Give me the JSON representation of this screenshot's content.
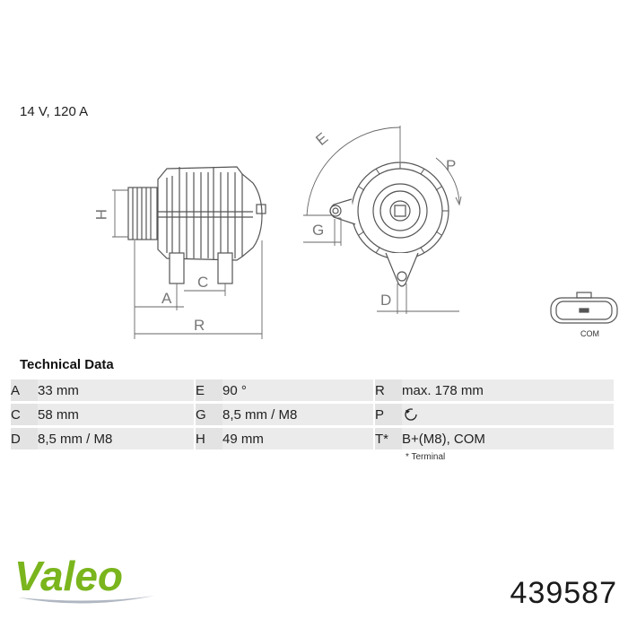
{
  "rating": "14 V, 120 A",
  "diagram_labels": {
    "A": "A",
    "C": "C",
    "H": "H",
    "R": "R",
    "E": "E",
    "P": "P",
    "G": "G",
    "D": "D",
    "com": "COM"
  },
  "technical_data": {
    "title": "Technical Data",
    "rows": [
      {
        "k1": "A",
        "v1": "33 mm",
        "k2": "E",
        "v2": "90 °",
        "k3": "R",
        "v3": "max. 178 mm"
      },
      {
        "k1": "C",
        "v1": "58 mm",
        "k2": "G",
        "v2": "8,5 mm / M8",
        "k3": "P",
        "v3": ""
      },
      {
        "k1": "D",
        "v1": "8,5 mm / M8",
        "k2": "H",
        "v2": "49 mm",
        "k3": "T*",
        "v3": "B+(M8), COM"
      }
    ],
    "rotation_icon": "clockwise-rotation-icon",
    "footnote": "* Terminal"
  },
  "brand": {
    "name": "Valeo",
    "color": "#7ab51d"
  },
  "part_number": "439587"
}
